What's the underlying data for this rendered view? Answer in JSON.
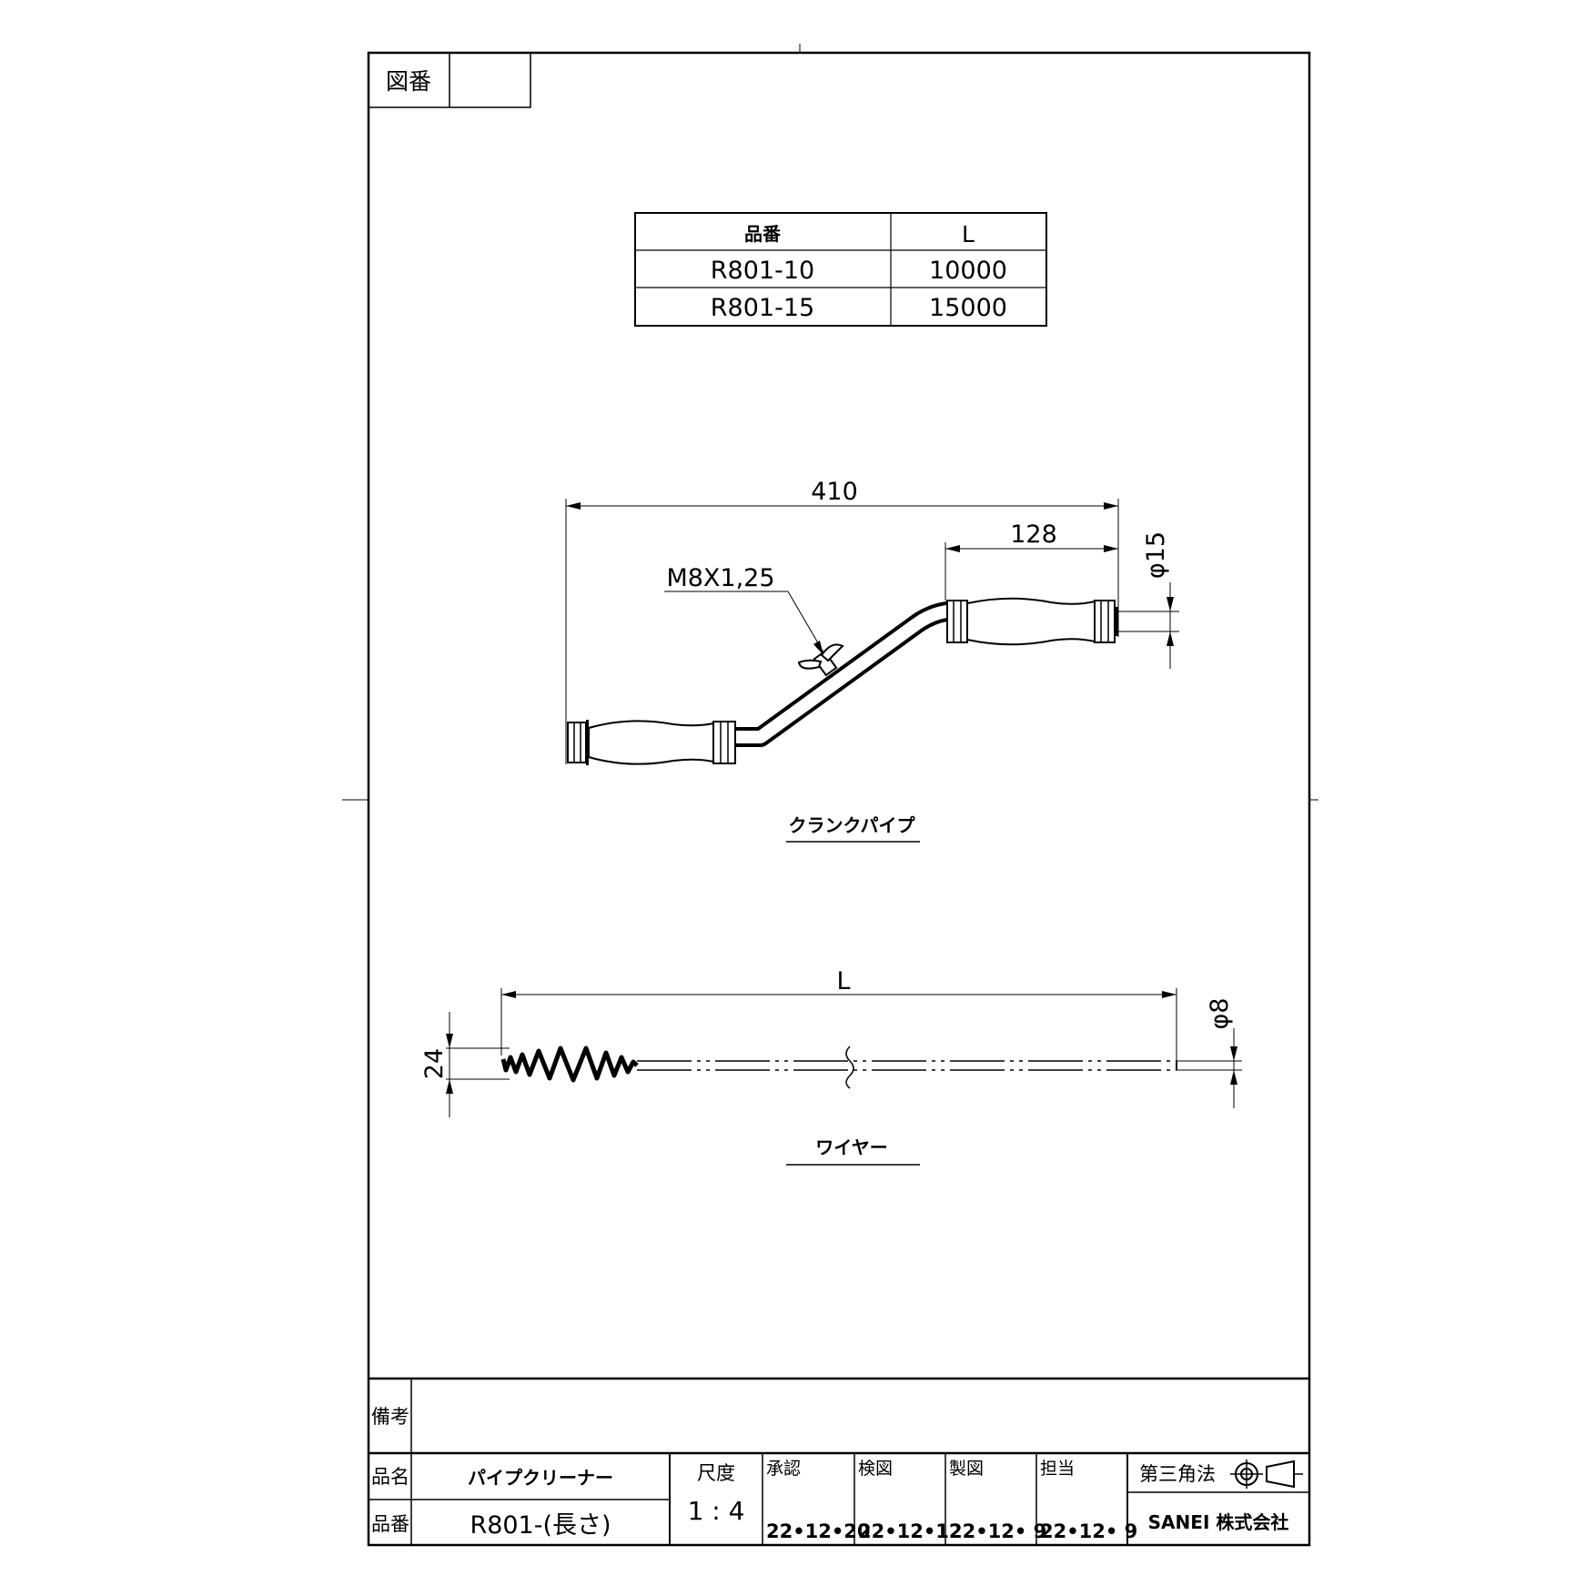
{
  "header": {
    "drawing_number_label": "図番",
    "drawing_number_value": ""
  },
  "size_table": {
    "headers": [
      "品番",
      "L"
    ],
    "rows": [
      {
        "part": "R801-10",
        "length": "10000"
      },
      {
        "part": "R801-15",
        "length": "15000"
      }
    ]
  },
  "crank_view": {
    "dim_overall": "410",
    "dim_grip": "128",
    "dim_diameter": "φ15",
    "thread_callout": "M8X1,25",
    "caption": "クランクパイプ"
  },
  "wire_view": {
    "dim_length": "L",
    "dim_diameter": "φ8",
    "dim_head": "24",
    "caption": "ワイヤー"
  },
  "title_block": {
    "remarks_label": "備考",
    "remarks_value": "",
    "name_label": "品名",
    "name_value": "パイプクリーナー",
    "part_label": "品番",
    "part_value": "R801-(長さ)",
    "scale_label": "尺度",
    "scale_value": "1 : 4",
    "approvals": [
      {
        "label": "承認",
        "date": "22•12•20"
      },
      {
        "label": "検図",
        "date": "22•12•12"
      },
      {
        "label": "製図",
        "date": "22•12• 9"
      },
      {
        "label": "担当",
        "date": "22•12• 9"
      }
    ],
    "projection_label": "第三角法",
    "company": "SANEI 株式会社"
  }
}
